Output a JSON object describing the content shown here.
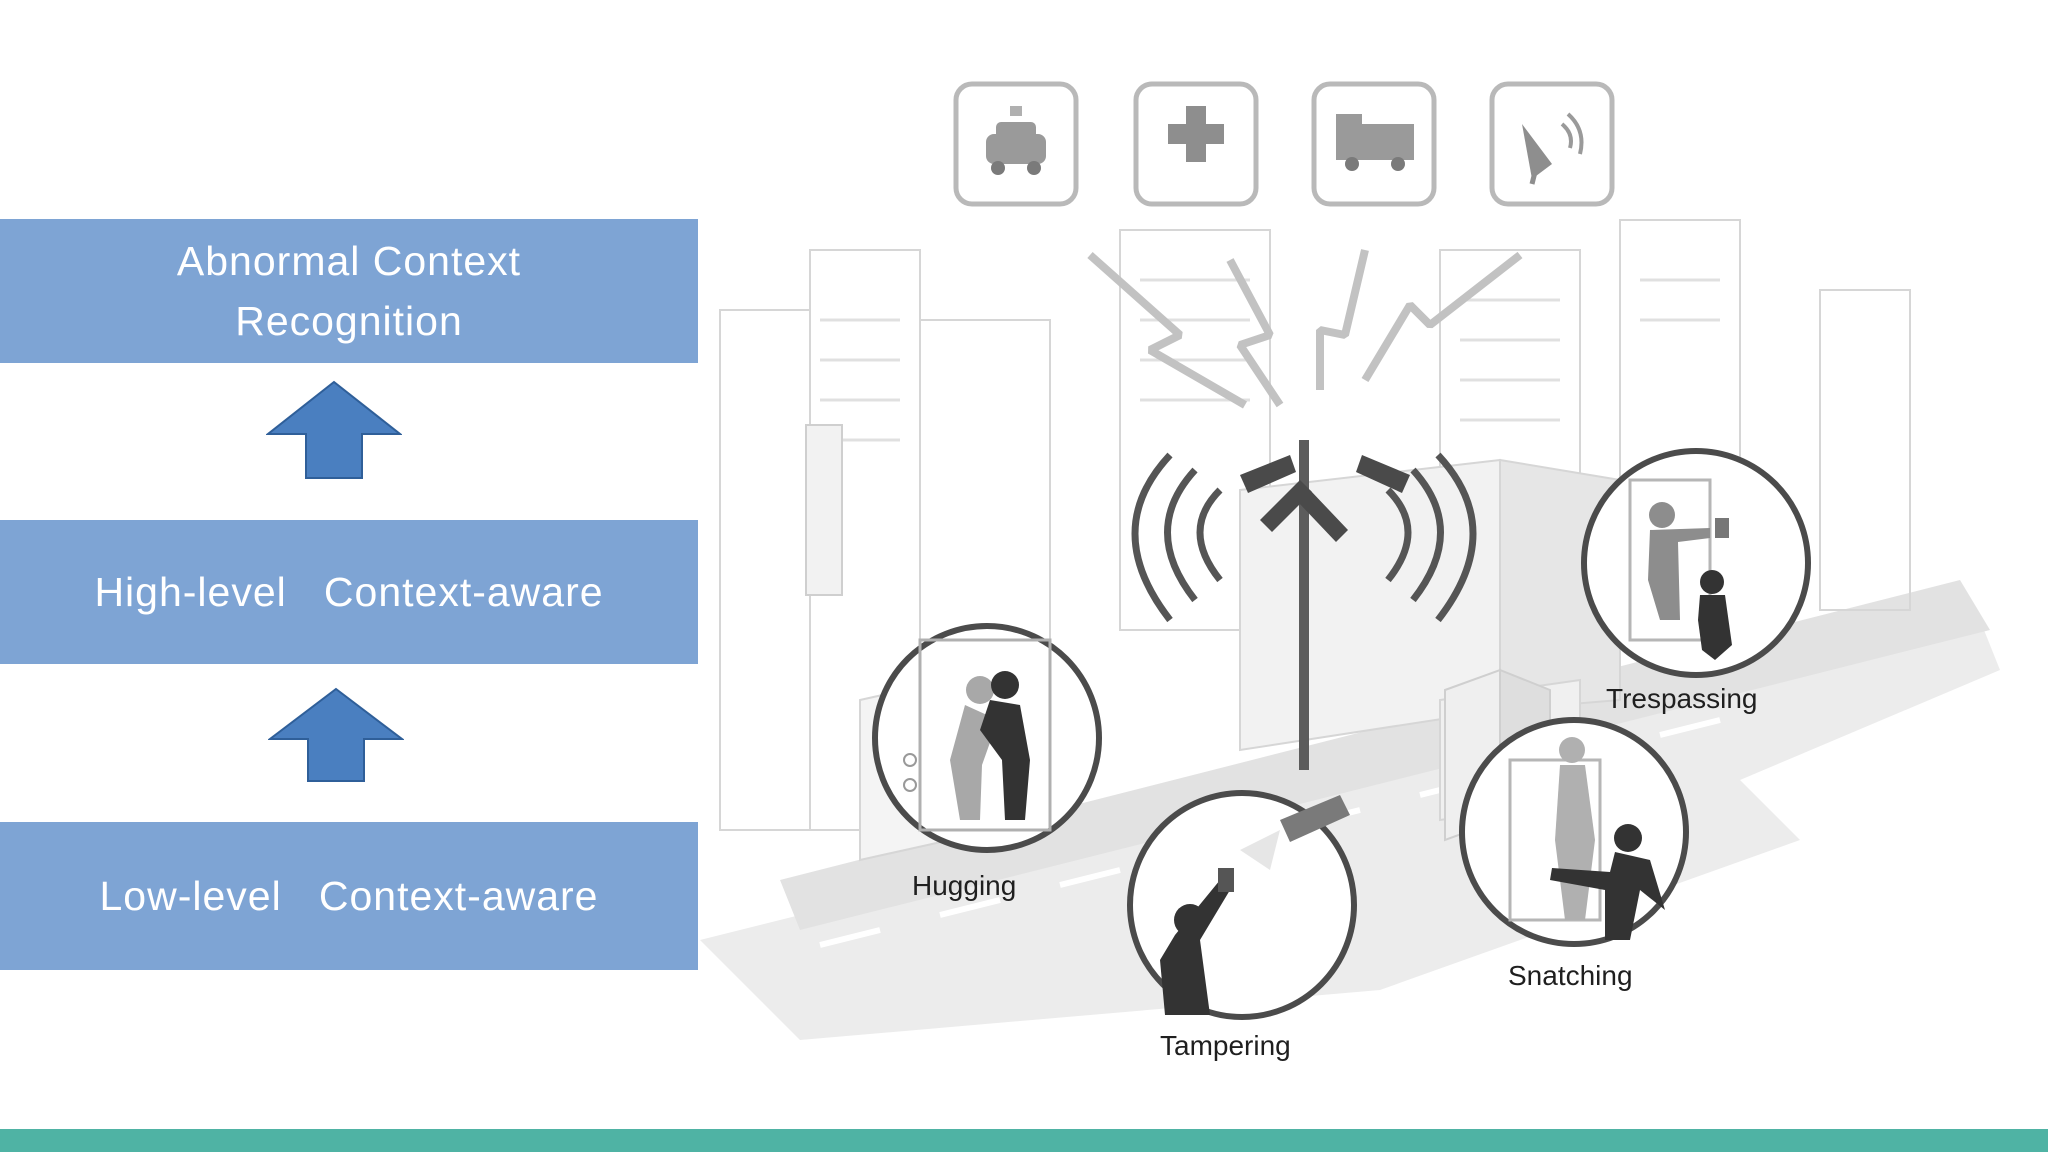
{
  "levels": {
    "abnormal_line1": "Abnormal Context",
    "abnormal_line2": "Recognition",
    "high": "High-level   Context-aware",
    "low": "Low-level   Context-aware"
  },
  "scene": {
    "incidents": {
      "hugging": "Hugging",
      "tampering": "Tampering",
      "snatching": "Snatching",
      "trespassing": "Trespassing"
    },
    "responder_icons": [
      "police-car-icon",
      "hospital-cross-icon",
      "fire-truck-icon",
      "satellite-dish-icon"
    ]
  },
  "colors": {
    "box_fill": "#7ea4d4",
    "arrow_fill": "#4a7fc0",
    "footer_bar": "#4fb3a4",
    "scene_gray": "#b8b8b8"
  }
}
